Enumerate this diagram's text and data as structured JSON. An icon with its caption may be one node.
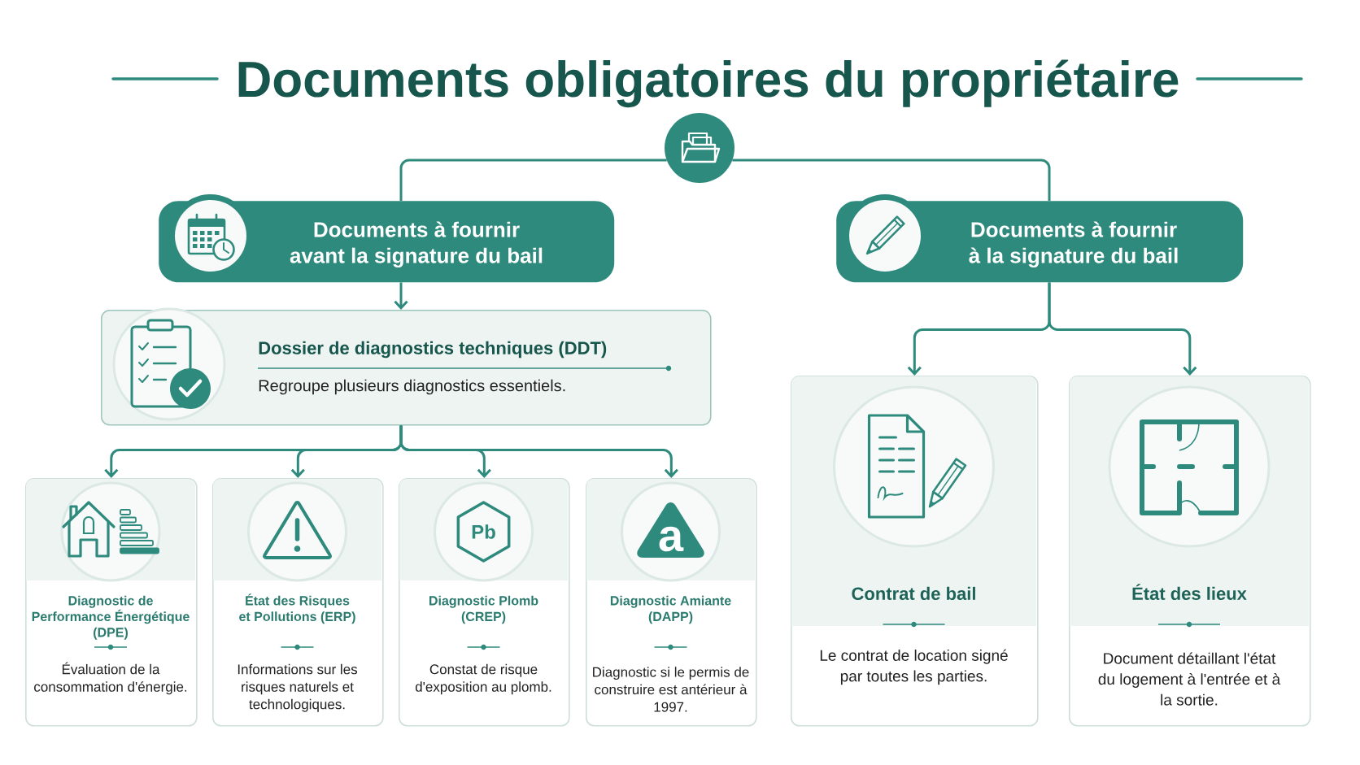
{
  "diagram": {
    "title": "Documents obligatoires du propriétaire",
    "nodes": [
      {
        "text": [],
        "shape": "circle"
      },
      {
        "text": [
          "Documents à fournir avant la signature du bail"
        ]
      },
      {
        "text": [
          "Documents à fournir à la signature du bail"
        ]
      },
      {
        "text": [
          "Dossier de diagnostics techniques (DDT)",
          "Regroupe plusieurs diagnostics essentiels."
        ]
      },
      {
        "text": [
          "Diagnostic de Performance Énergétique (DPE)",
          "Évaluation de la consommation d'énergie."
        ]
      },
      {
        "text": [
          "État des Risques et Pollutions (ERP)",
          "Informations sur les risques naturels et technologiques."
        ]
      },
      {
        "text": [
          "Diagnostic Plomb (CREP)",
          "Constat de risque d'exposition au plomb."
        ]
      },
      {
        "text": [
          "Diagnostic Amiante (DAPP)",
          "Diagnostic si le permis de construire est antérieur à 1997."
        ]
      },
      {
        "text": [
          "Contrat de bail",
          "Le contrat de location signé par toutes les parties."
        ]
      },
      {
        "text": [
          "État des lieux",
          "Document détaillant l'état du logement à l'entrée et à la sortie."
        ]
      }
    ],
    "edges": [
      {
        "from": 0,
        "to": 1,
        "arrow": "none"
      },
      {
        "from": 0,
        "to": 2,
        "arrow": "none"
      },
      {
        "from": 1,
        "to": 3,
        "arrow": "to"
      },
      {
        "from": 3,
        "to": 4,
        "arrow": "to"
      },
      {
        "from": 3,
        "to": 5,
        "arrow": "to"
      },
      {
        "from": 3,
        "to": 6,
        "arrow": "to"
      },
      {
        "from": 3,
        "to": 7,
        "arrow": "to"
      },
      {
        "from": 2,
        "to": 8,
        "arrow": "to"
      },
      {
        "from": 2,
        "to": 9,
        "arrow": "to"
      }
    ],
    "labels": [
      "Pb",
      "a"
    ]
  }
}
